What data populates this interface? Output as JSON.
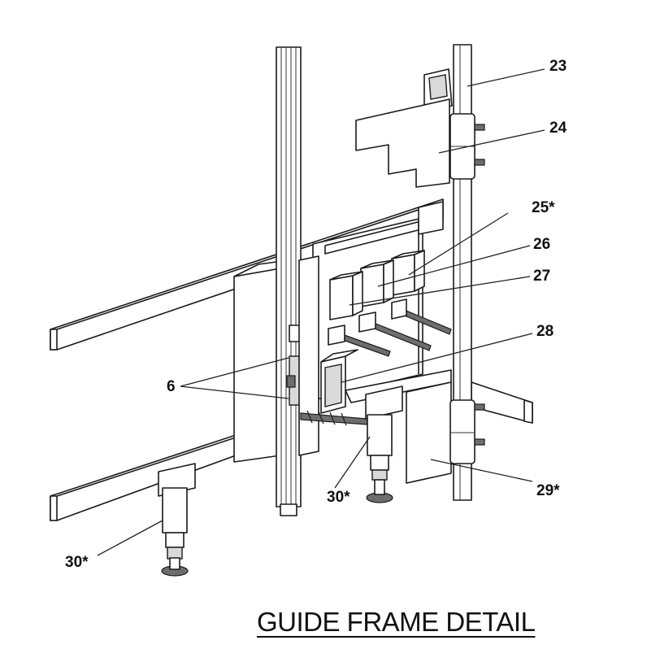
{
  "title": "GUIDE FRAME DETAIL",
  "callouts": {
    "c23": "23",
    "c24": "24",
    "c25": "25*",
    "c26": "26",
    "c27": "27",
    "c28": "28",
    "c6": "6",
    "c29": "29*",
    "c30a": "30*",
    "c30b": "30*"
  }
}
